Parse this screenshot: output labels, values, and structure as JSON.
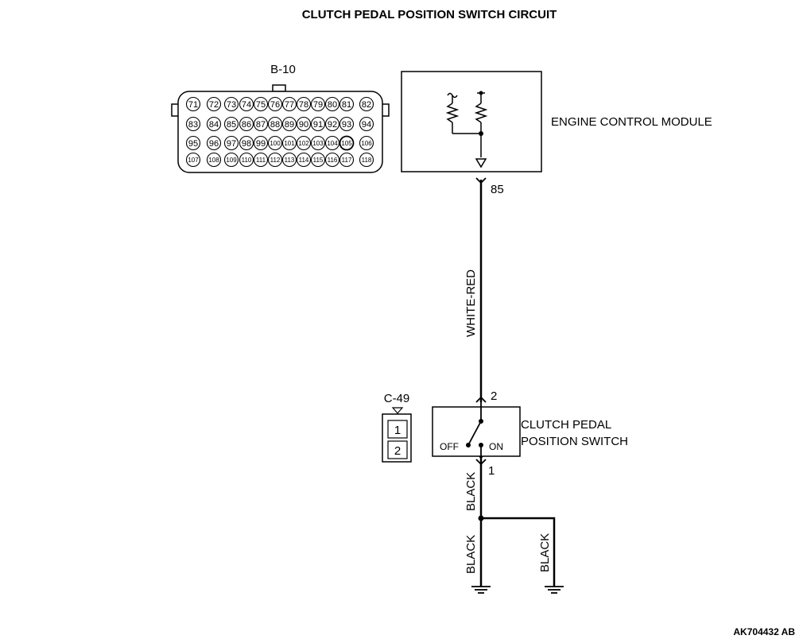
{
  "title": "CLUTCH PEDAL POSITION SWITCH CIRCUIT",
  "connector_b10": {
    "label": "B-10",
    "rows": [
      [
        "71",
        "72",
        "73",
        "74",
        "75",
        "76",
        "77",
        "78",
        "79",
        "80",
        "81",
        "82"
      ],
      [
        "83",
        "84",
        "85",
        "86",
        "87",
        "88",
        "89",
        "90",
        "91",
        "92",
        "93",
        "94"
      ],
      [
        "95",
        "96",
        "97",
        "98",
        "99",
        "100",
        "101",
        "102",
        "103",
        "104",
        "105",
        "106"
      ],
      [
        "107",
        "108",
        "109",
        "110",
        "111",
        "112",
        "113",
        "114",
        "115",
        "116",
        "117",
        "118"
      ]
    ]
  },
  "ecm": {
    "label": "ENGINE CONTROL MODULE",
    "terminal": "85"
  },
  "wire_ecm_switch": "WHITE-RED",
  "connector_c49": {
    "label": "C-49",
    "pins": [
      "1",
      "2"
    ]
  },
  "switch": {
    "label_line1": "CLUTCH PEDAL",
    "label_line2": "POSITION SWITCH",
    "terminal_top": "2",
    "terminal_bottom": "1",
    "off_label": "OFF",
    "on_label": "ON"
  },
  "ground_wires": {
    "upper": "BLACK",
    "left": "BLACK",
    "right": "BLACK"
  },
  "figure_code": "AK704432 AB"
}
